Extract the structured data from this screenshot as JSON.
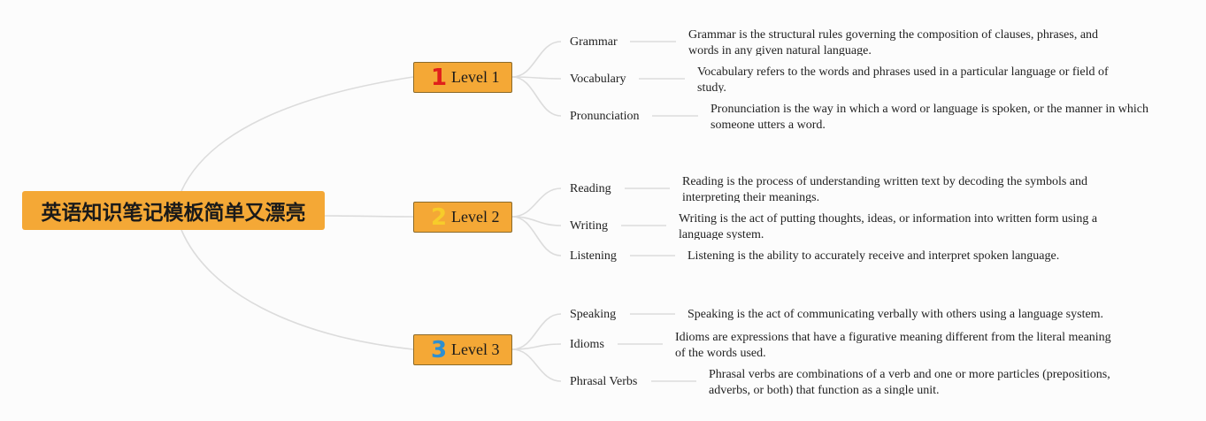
{
  "root": {
    "title": "英语知识笔记模板简单又漂亮"
  },
  "levels": [
    {
      "number": "1",
      "label": "Level 1",
      "number_color": "#e0201b",
      "topics": [
        {
          "name": "Grammar",
          "lines": [
            "Grammar is the structural rules governing the composition of clauses, phrases, and",
            "words in any given natural language."
          ]
        },
        {
          "name": "Vocabulary",
          "lines": [
            "Vocabulary refers to the words and phrases used in a particular language or field of",
            "study."
          ]
        },
        {
          "name": "Pronunciation",
          "lines": [
            "Pronunciation is the way in which a word or language is spoken, or the manner in which",
            "someone utters a word."
          ]
        }
      ]
    },
    {
      "number": "2",
      "label": "Level 2",
      "number_color": "#f7cc2a",
      "topics": [
        {
          "name": "Reading",
          "lines": [
            "Reading is the process of understanding written text by decoding the symbols and",
            "interpreting their meanings."
          ]
        },
        {
          "name": "Writing",
          "lines": [
            "Writing is the act of putting thoughts, ideas, or information into written form using a",
            "language system."
          ]
        },
        {
          "name": "Listening",
          "lines": [
            "Listening is the ability to accurately receive and interpret spoken language."
          ]
        }
      ]
    },
    {
      "number": "3",
      "label": "Level 3",
      "number_color": "#2e8fd0",
      "topics": [
        {
          "name": "Speaking",
          "lines": [
            "Speaking is the act of communicating verbally with others using a language system."
          ]
        },
        {
          "name": "Idioms",
          "lines": [
            "Idioms are expressions that have a figurative meaning different from the literal meaning",
            "of the words used."
          ]
        },
        {
          "name": "Phrasal Verbs",
          "lines": [
            "Phrasal verbs are combinations of a verb and one or more particles (prepositions,",
            "adverbs, or both) that function as a single unit."
          ]
        }
      ]
    }
  ]
}
